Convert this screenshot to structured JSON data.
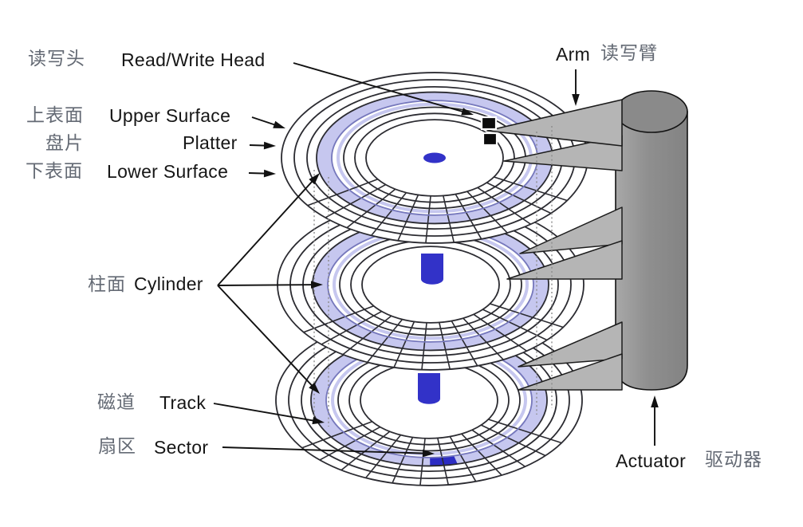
{
  "colors": {
    "background": "#ffffff",
    "line": "#2b2b31",
    "track_band": "#c6c7ef",
    "track_band_edge": "#7678bc",
    "sector_fill": "#2d2dc3",
    "spindle_fill": "#3232c8",
    "arm_fill": "#b5b5b5",
    "arm_outline": "#1c1c1c",
    "actuator_light": "#a8a8a8",
    "actuator_dark": "#838383",
    "actuator_top": "#8a8a8a",
    "head_fill": "#0c0c0c",
    "label_en": "#161616",
    "label_zh": "#646a74",
    "guide_dotted": "#8b8b8b"
  },
  "labels": {
    "read_write_head": {
      "zh": "读写头",
      "en": "Read/Write Head"
    },
    "upper_surface": {
      "zh": "上表面",
      "en": "Upper Surface"
    },
    "platter": {
      "zh": "盘片",
      "en": "Platter"
    },
    "lower_surface": {
      "zh": "下表面",
      "en": "Lower Surface"
    },
    "cylinder": {
      "zh": "柱面",
      "en": "Cylinder"
    },
    "track": {
      "zh": "磁道",
      "en": "Track"
    },
    "sector": {
      "zh": "扇区",
      "en": "Sector"
    },
    "arm": {
      "en": "Arm",
      "zh": "读写臂"
    },
    "actuator": {
      "en": "Actuator",
      "zh": "驱动器"
    }
  },
  "structure": {
    "platter_count": 3
  }
}
